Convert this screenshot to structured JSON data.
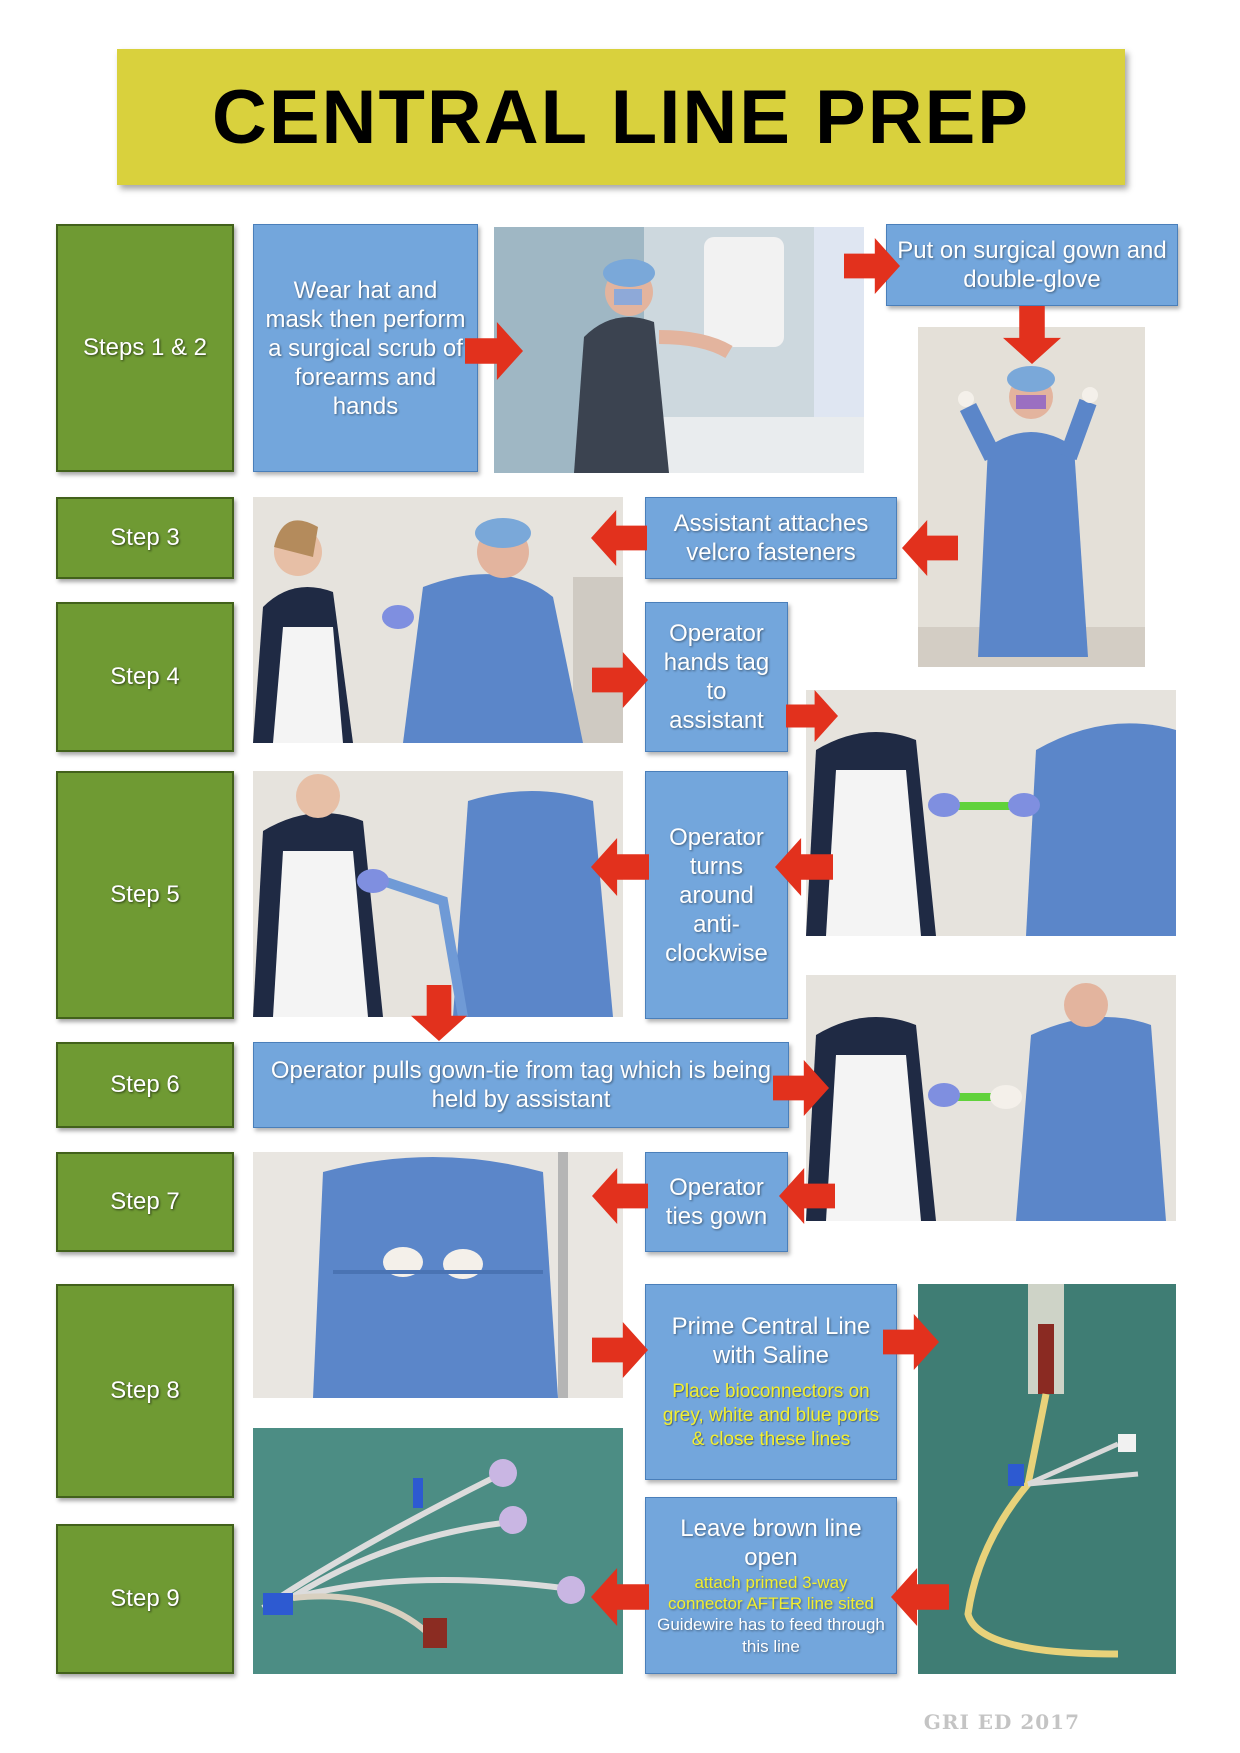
{
  "title": "CENTRAL LINE PREP",
  "steps": [
    "Steps 1 & 2",
    "Step 3",
    "Step 4",
    "Step 5",
    "Step 6",
    "Step 7",
    "Step 8",
    "Step 9"
  ],
  "boxes": {
    "scrub": "Wear hat and mask then perform a surgical scrub of forearms and hands",
    "gown": "Put on surgical gown and double-glove",
    "velcro": "Assistant attaches velcro fasteners",
    "hands_tag": "Operator hands tag to assistant",
    "turns": "Operator turns around anti-clockwise",
    "pulls": "Operator pulls gown-tie from tag which is being held by assistant",
    "ties": "Operator ties gown",
    "prime_main": "Prime Central Line with Saline",
    "prime_note": "Place bioconnectors on grey, white and blue ports & close these lines",
    "brown_main": "Leave brown line open",
    "brown_note": "attach primed 3-way connector AFTER line sited",
    "brown_guide": "Guidewire has to feed through this line"
  },
  "footer": "GRI ED 2017",
  "colors": {
    "banner": "#d9d13d",
    "step_green": "#6f9a33",
    "box_blue": "#73a6dc",
    "arrow_red": "#e2311d",
    "note_yellow": "#f3ef2e"
  }
}
